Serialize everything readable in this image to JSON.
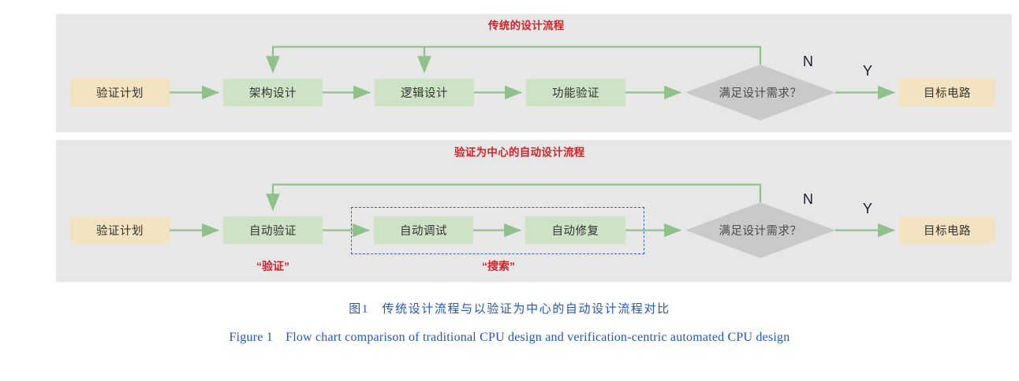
{
  "figure": {
    "background_color": "#ffffff",
    "panel_color": "#e7e7e7",
    "accent_red": "#d2232a",
    "accent_blue": "#2556b4",
    "node_green": "#cee3c6",
    "node_yellow": "#f3e3c0",
    "diamond_gray": "#c9c9c9",
    "arrow_green": "#8fc28a",
    "dashed_blue": "#3c5fb0"
  },
  "rows": [
    {
      "id": "traditional",
      "title": "传统的设计流程",
      "nodes": [
        {
          "name": "verification-plan",
          "label": "验证计划",
          "style": "yellow"
        },
        {
          "name": "architecture-design",
          "label": "架构设计",
          "style": "green"
        },
        {
          "name": "logic-design",
          "label": "逻辑设计",
          "style": "green"
        },
        {
          "name": "function-verification",
          "label": "功能验证",
          "style": "green"
        },
        {
          "name": "decision",
          "label": "满足设计需求？",
          "style": "diamond"
        },
        {
          "name": "target-circuit",
          "label": "目标电路",
          "style": "yellow"
        }
      ],
      "branch_no": "N",
      "branch_yes": "Y"
    },
    {
      "id": "automated",
      "title": "验证为中心的自动设计流程",
      "nodes": [
        {
          "name": "verification-plan",
          "label": "验证计划",
          "style": "yellow"
        },
        {
          "name": "auto-verification",
          "label": "自动验证",
          "style": "green"
        },
        {
          "name": "auto-debug",
          "label": "自动调试",
          "style": "green"
        },
        {
          "name": "auto-repair",
          "label": "自动修复",
          "style": "green"
        },
        {
          "name": "decision",
          "label": "满足设计需求？",
          "style": "diamond"
        },
        {
          "name": "target-circuit",
          "label": "目标电路",
          "style": "yellow"
        }
      ],
      "branch_no": "N",
      "branch_yes": "Y",
      "annotations": [
        {
          "name": "verify-annotation",
          "label": "“验证”"
        },
        {
          "name": "search-annotation",
          "label": "“搜索”"
        }
      ]
    }
  ],
  "caption": {
    "chinese": "图1　传统设计流程与以验证为中心的自动设计流程对比",
    "english": "Figure 1　Flow chart comparison of traditional CPU design and verification-centric automated CPU design"
  }
}
